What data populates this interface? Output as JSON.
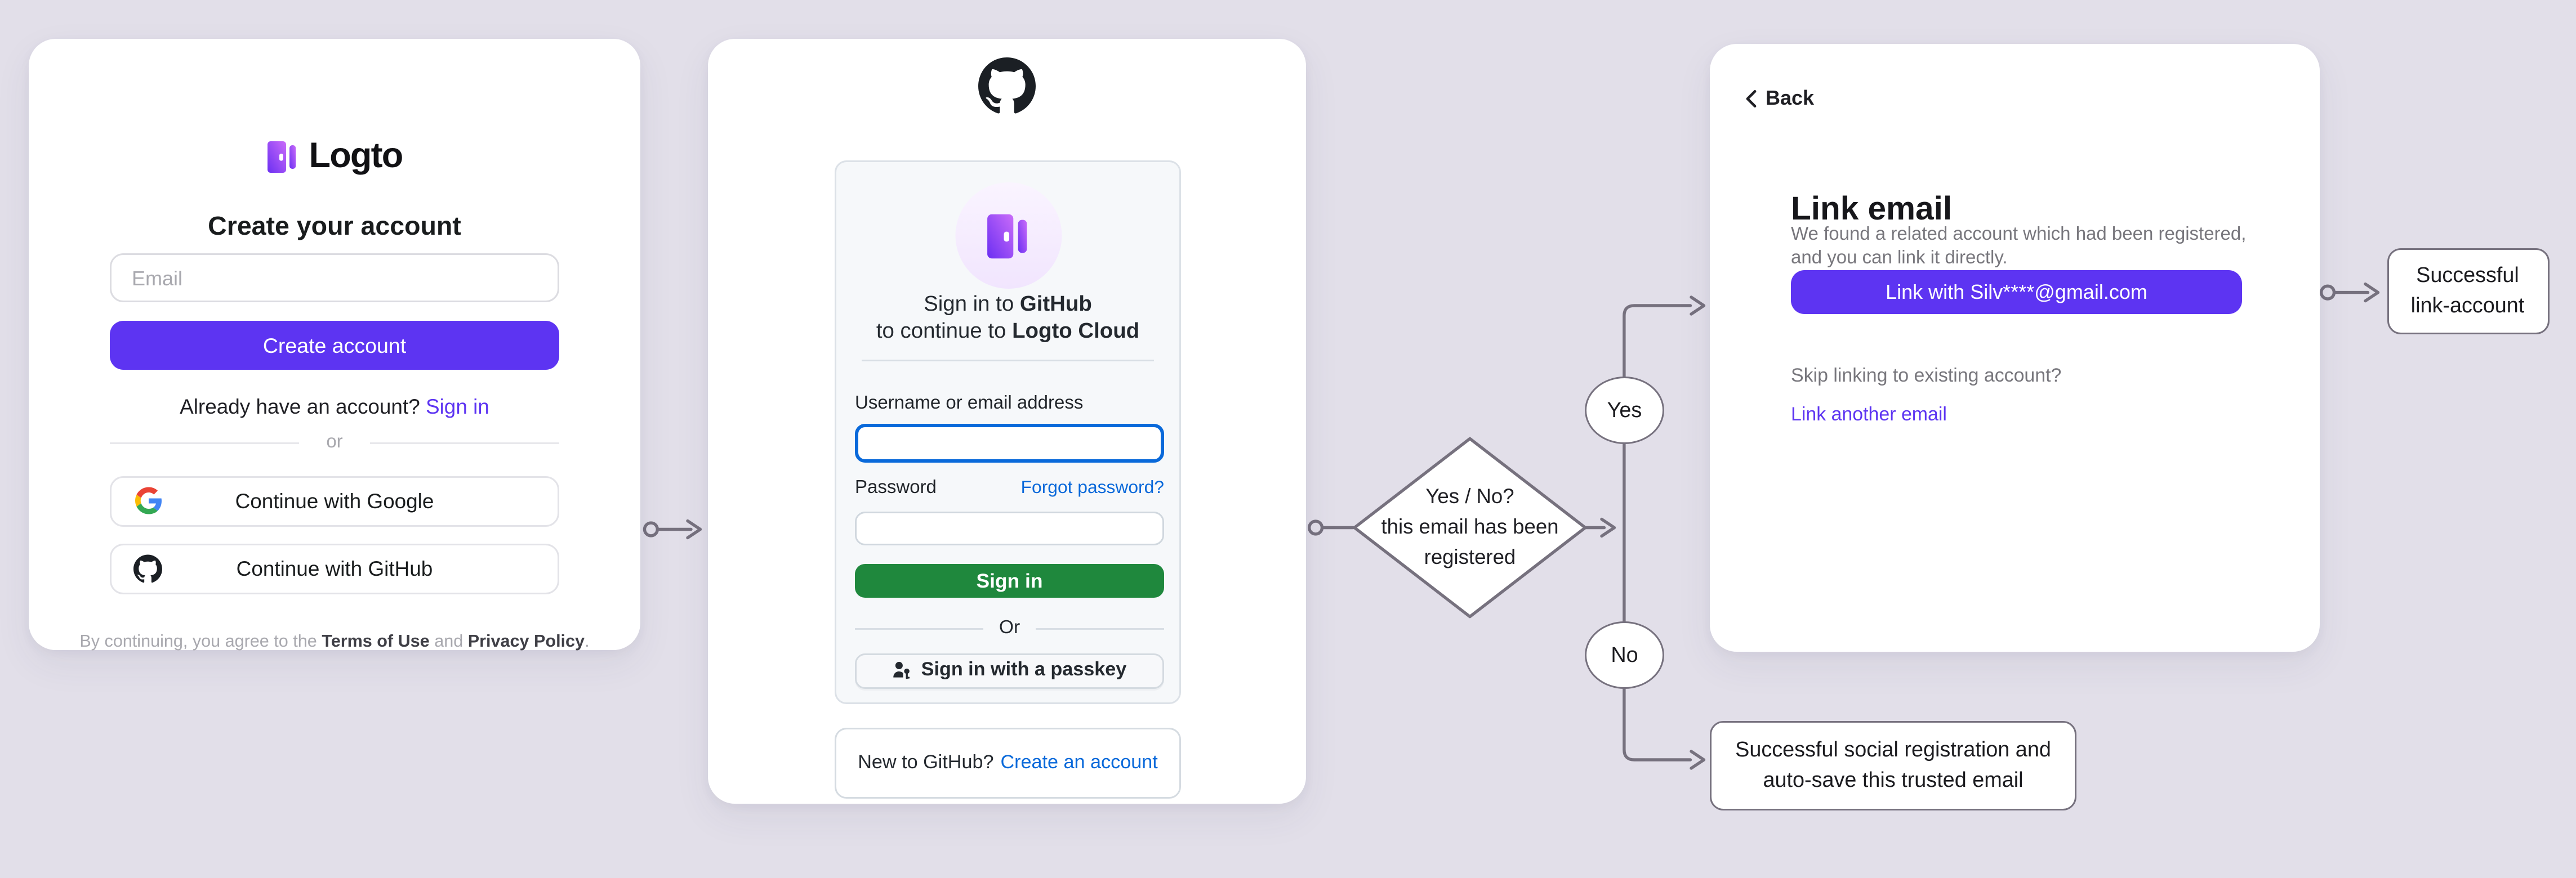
{
  "colors": {
    "background": "#E2DFE9",
    "logto_purple": "#5D34F2",
    "github_green": "#1F883D",
    "github_link_blue": "#0969DA",
    "flow_line_gray": "#76717E"
  },
  "icons": {
    "logto_logo": "door-icon",
    "github_logo": "octocat-icon",
    "google_logo": "google-g-icon",
    "passkey": "person-key-icon",
    "back": "chevron-left-icon"
  },
  "signup_card": {
    "brand": "Logto",
    "title": "Create your account",
    "email_placeholder": "Email",
    "create_button": "Create account",
    "signin_prompt": "Already have an account?",
    "signin_link": "Sign in",
    "divider": "or",
    "google_button": "Continue with Google",
    "github_button": "Continue with GitHub",
    "terms_prefix": "By continuing, you agree to the",
    "terms_link_1": "Terms of Use",
    "terms_conjunction": "and",
    "terms_link_2": "Privacy Policy",
    "terms_suffix": "."
  },
  "github_card": {
    "signin_to": "Sign in to",
    "signin_target": "GitHub",
    "continue_to": "to continue to",
    "continue_target": "Logto Cloud",
    "username_label": "Username or email address",
    "username_value": "",
    "password_label": "Password",
    "password_value": "",
    "forgot_password_link": "Forgot password?",
    "signin_button": "Sign in",
    "divider": "Or",
    "passkey_button": "Sign in with a passkey",
    "footer_prompt": "New to GitHub?",
    "footer_link": "Create an account"
  },
  "link_card": {
    "back": "Back",
    "title": "Link email",
    "description": "We found a related account which had been registered, and you can link it directly.",
    "link_button": "Link with Silv****@gmail.com",
    "skip_question": "Skip linking to existing account?",
    "skip_link": "Link another email"
  },
  "flow": {
    "decision_question": "Yes / No?",
    "decision_condition": "this email has been registered",
    "branch_yes": "Yes",
    "branch_no": "No",
    "outcome_yes": "Successful link-account",
    "outcome_no": "Successful social registration and auto-save this trusted email"
  }
}
